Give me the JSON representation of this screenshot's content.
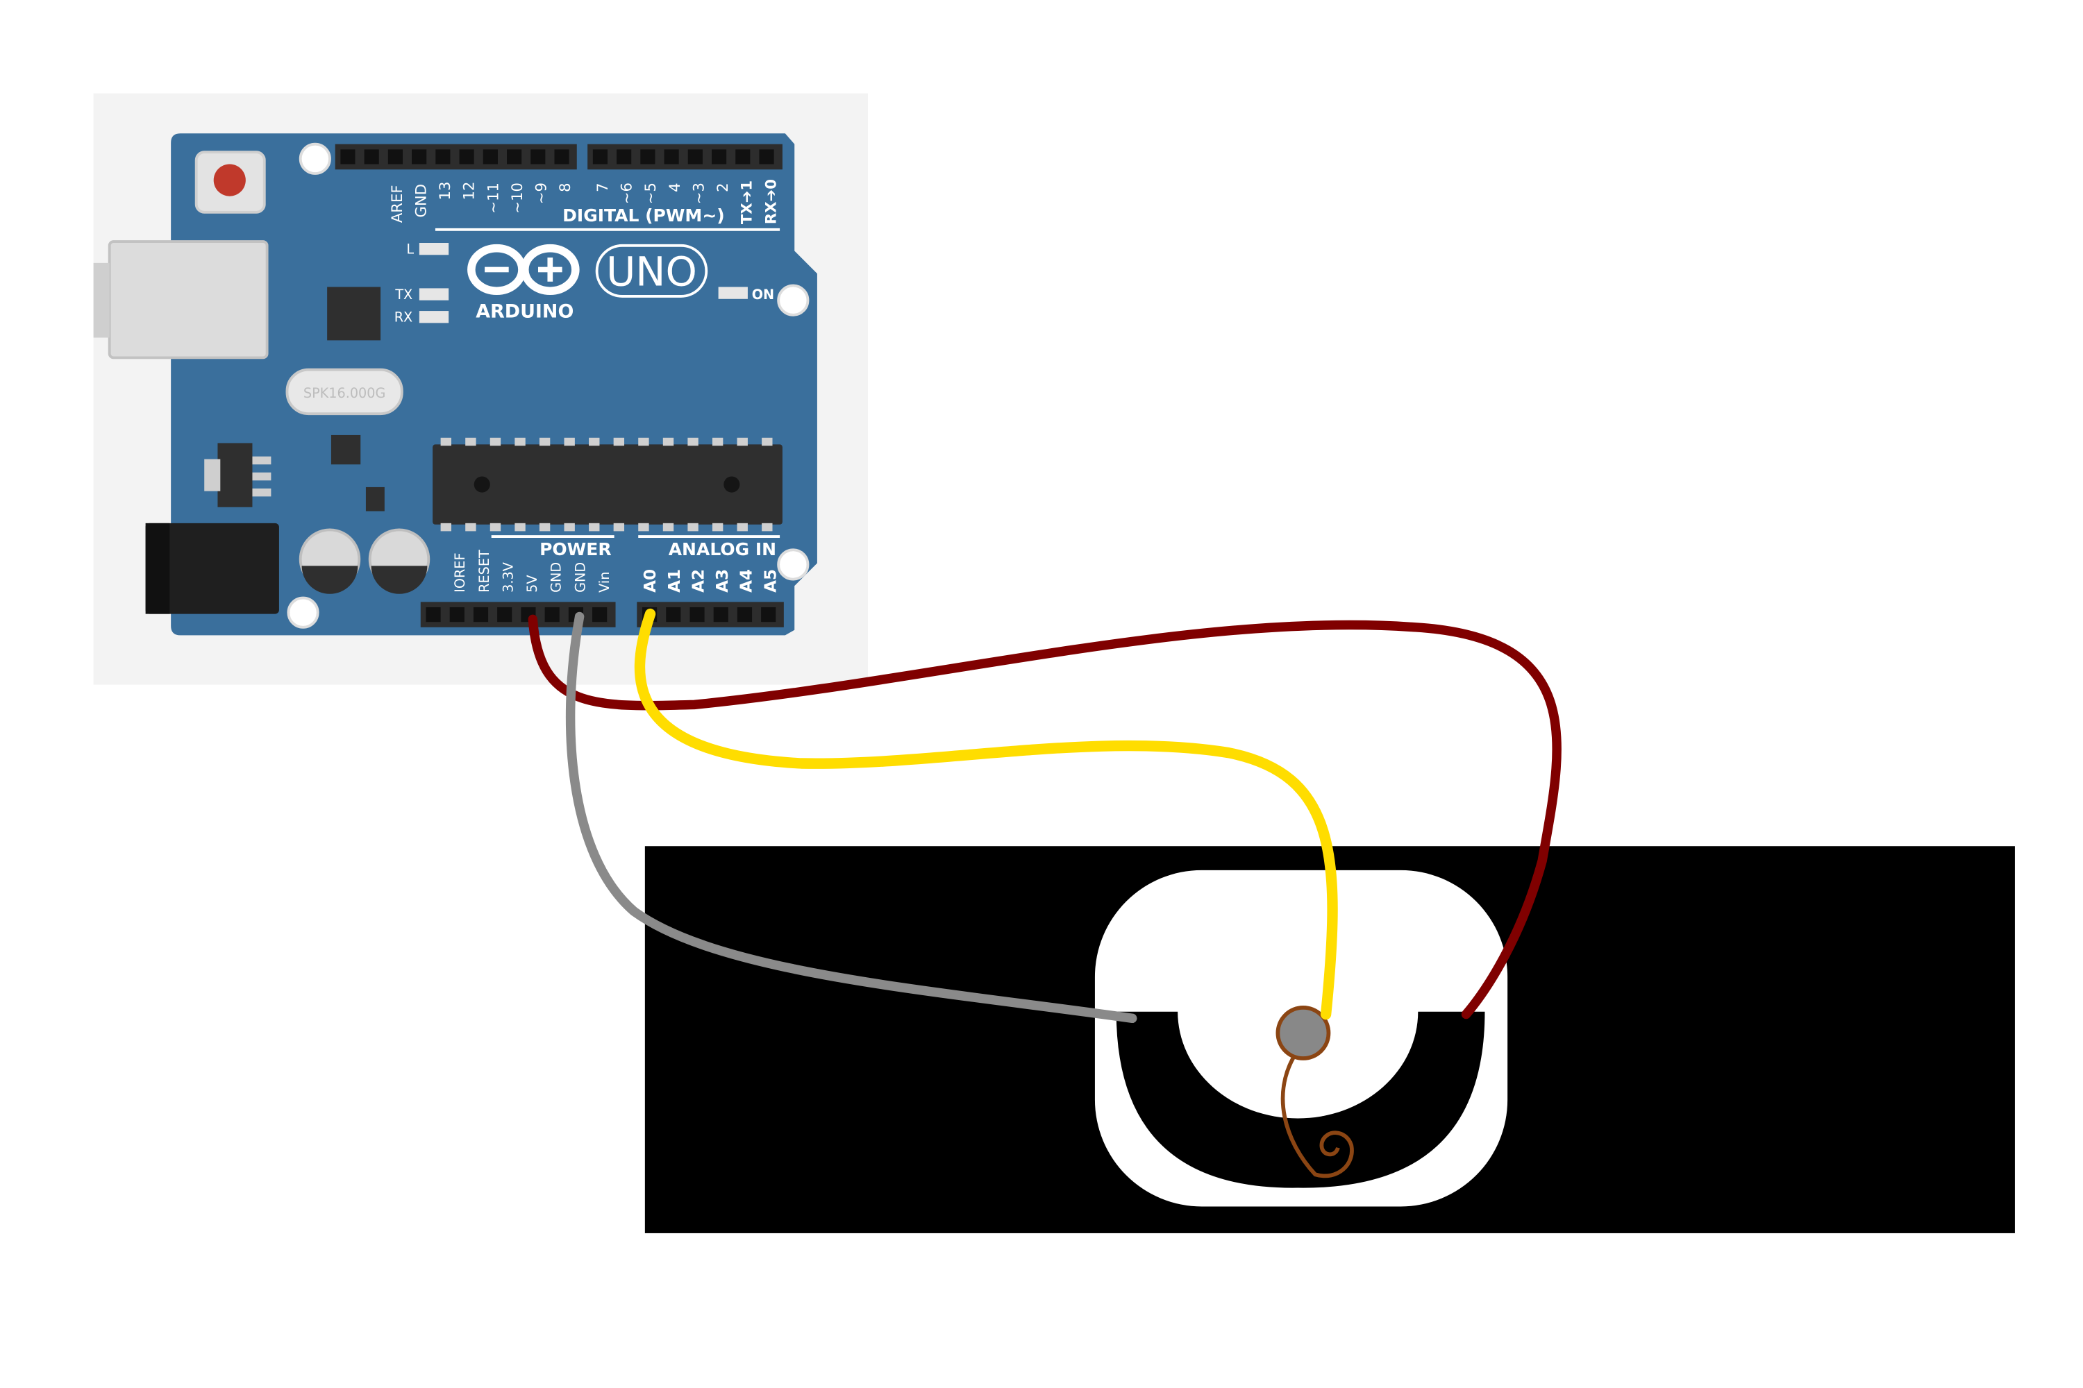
{
  "colors": {
    "board_bg": "#f3f3f3",
    "pcb": "#3a6f9c",
    "pcb_light": "#3f79a8",
    "silk": "#ffffff",
    "header": "#2d2d2d",
    "chip": "#2f2f2f",
    "reset_button": "#c0392b",
    "wire_5v": "#800000",
    "wire_gnd": "#8a8a8a",
    "wire_a0": "#ffdd00",
    "sensor_bg": "#000000",
    "sensor_ring": "#ffffff",
    "sensor_dot": "#888888",
    "sensor_coil": "#8b4513"
  },
  "board": {
    "brand": "ARDUINO",
    "model": "UNO",
    "crystal_label": "SPK16.000G",
    "digital_section_label": "DIGITAL (PWM~)",
    "power_section_label": "POWER",
    "analog_section_label": "ANALOG IN",
    "led_labels": {
      "l": "L",
      "tx": "TX",
      "rx": "RX",
      "on": "ON"
    },
    "digital_pins_left": [
      "AREF",
      "GND",
      "13",
      "12",
      "~11",
      "~10",
      "~9",
      "8"
    ],
    "digital_pins_right": [
      "7",
      "~6",
      "~5",
      "4",
      "~3",
      "2",
      "TX➔1",
      "RX➔0"
    ],
    "power_pins": [
      "IOREF",
      "RESET",
      "3.3V",
      "5V",
      "GND",
      "GND",
      "Vin"
    ],
    "analog_pins": [
      "A0",
      "A1",
      "A2",
      "A3",
      "A4",
      "A5"
    ]
  },
  "wires": [
    {
      "name": "wire-5v",
      "color_key": "wire_5v"
    },
    {
      "name": "wire-gnd",
      "color_key": "wire_gnd"
    },
    {
      "name": "wire-a0",
      "color_key": "wire_a0"
    }
  ],
  "sensor": {
    "icon": "vibration-sensor-icon"
  }
}
